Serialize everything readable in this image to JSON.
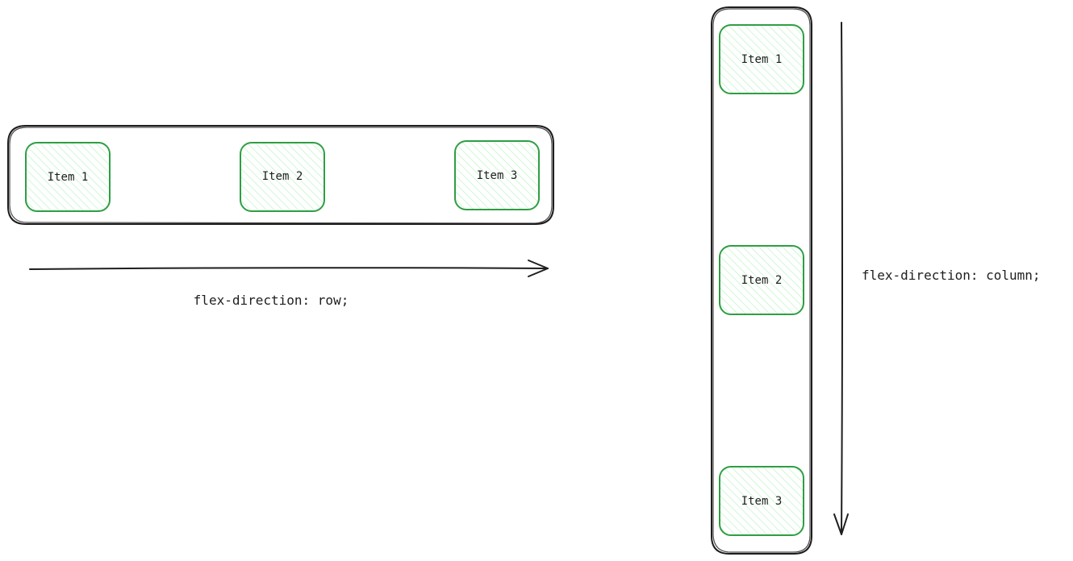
{
  "colors": {
    "stroke": "#1e1e1e",
    "item_stroke": "#2f9e44",
    "item_hatch": "#b2f2bb",
    "background": "#ffffff"
  },
  "row_example": {
    "caption": "flex-direction: row;",
    "items": [
      {
        "label": "Item 1"
      },
      {
        "label": "Item 2"
      },
      {
        "label": "Item 3"
      }
    ]
  },
  "column_example": {
    "caption": "flex-direction: column;",
    "items": [
      {
        "label": "Item 1"
      },
      {
        "label": "Item 2"
      },
      {
        "label": "Item 3"
      }
    ]
  }
}
